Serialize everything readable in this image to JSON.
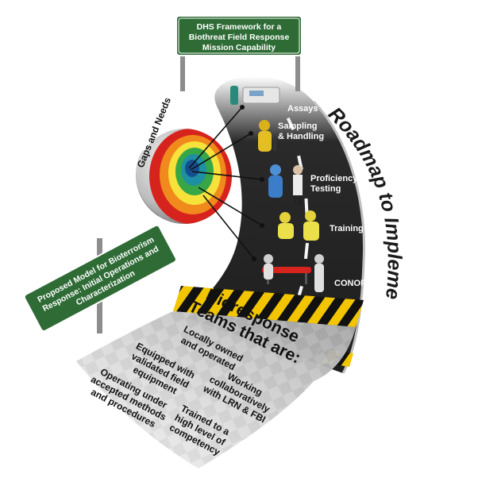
{
  "top_sign": {
    "lines": [
      "DHS Framework for a",
      "Biothreat Field Response",
      "Mission Capability"
    ],
    "color": "#2e6b35"
  },
  "left_sign": {
    "lines": [
      "Proposed Model for Bioterrorism",
      "Response: Initial Operations and",
      "Characterization"
    ],
    "color": "#2e6b35"
  },
  "road_title": "Roadmap to Implementation",
  "gaps_label": "Gaps and Needs",
  "stages": [
    {
      "label_lines": [
        "Assays"
      ],
      "icon": "assay-instrument-icon"
    },
    {
      "label_lines": [
        "Sampling",
        "& Handling"
      ],
      "icon": "hazmat-sampler-icon"
    },
    {
      "label_lines": [
        "Proficiency",
        "Testing"
      ],
      "icon": "proficiency-team-icon"
    },
    {
      "label_lines": [
        "Training"
      ],
      "icon": "training-team-icon"
    },
    {
      "label_lines": [
        "CONOPS"
      ],
      "icon": "stretcher-team-icon"
    }
  ],
  "teams": {
    "heading_lines": [
      "Bioresponse",
      "Teams that are:"
    ],
    "items": [
      {
        "lines": [
          "Locally owned",
          "and operated"
        ]
      },
      {
        "lines": [
          "Equipped with",
          "validated field",
          "equipment"
        ]
      },
      {
        "lines": [
          "Working",
          "collaboratively",
          "with LRN & FBI"
        ]
      },
      {
        "lines": [
          "Operating under",
          "accepted methods",
          "and procedures"
        ]
      },
      {
        "lines": [
          "Trained to a",
          "high level of",
          "competency"
        ]
      }
    ]
  },
  "colors": {
    "road": "#1d1d1d",
    "road_edge": "#b5b5b5",
    "hazard_yellow": "#f2c500",
    "target_red": "#d7231e",
    "target_orange": "#f08a1c",
    "target_yellow": "#f6e23a",
    "target_green": "#37a647",
    "target_teal": "#1f8fa3",
    "target_blue": "#154e8f"
  }
}
